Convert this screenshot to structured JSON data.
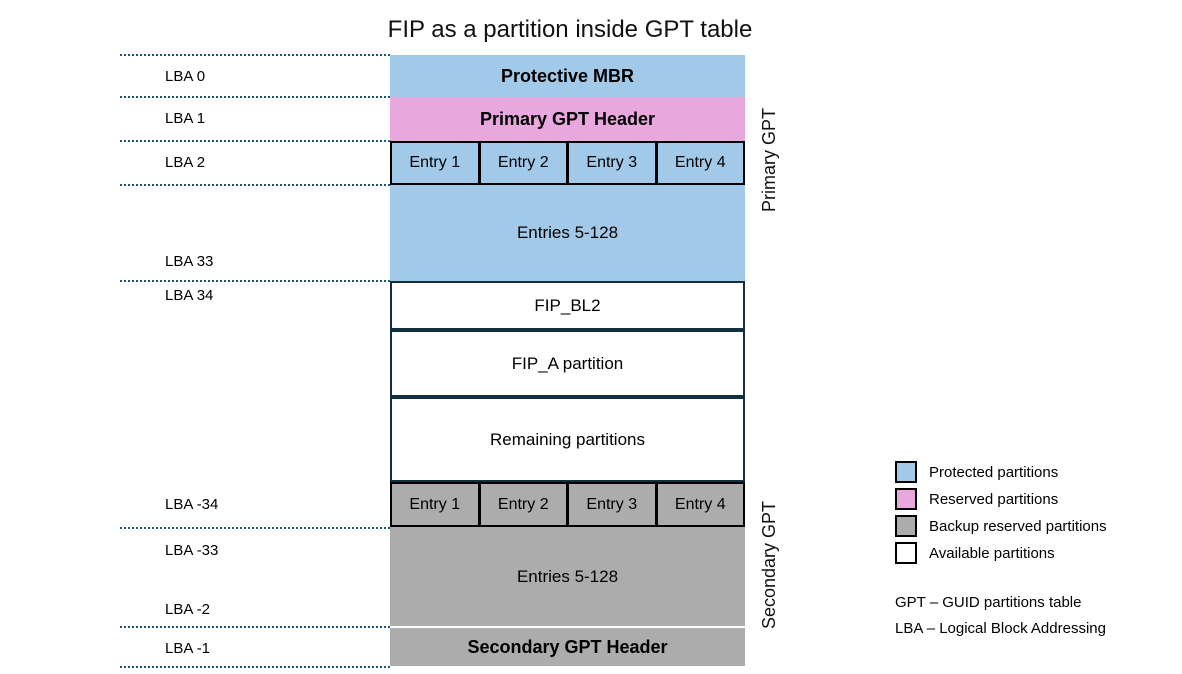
{
  "title": "FIP as a partition inside GPT table",
  "diagram": {
    "lba_labels": [
      "LBA 0",
      "LBA 1",
      "LBA 2",
      "LBA 33",
      "LBA 34",
      "LBA -34",
      "LBA -33",
      "LBA -2",
      "LBA -1"
    ],
    "blocks": {
      "protective_mbr": "Protective MBR",
      "primary_gpt_header": "Primary GPT Header",
      "primary_entries": [
        "Entry 1",
        "Entry 2",
        "Entry 3",
        "Entry 4"
      ],
      "primary_entries_rest": "Entries 5-128",
      "fip_bl2": "FIP_BL2",
      "fip_a": "FIP_A partition",
      "remaining": "Remaining partitions",
      "secondary_entries": [
        "Entry 1",
        "Entry 2",
        "Entry 3",
        "Entry 4"
      ],
      "secondary_entries_rest": "Entries 5-128",
      "secondary_gpt_header": "Secondary GPT Header"
    },
    "side_labels": {
      "primary": "Primary GPT",
      "secondary": "Secondary GPT"
    }
  },
  "legend": {
    "items": [
      {
        "label": "Protected partitions",
        "color": "#A3C9E8"
      },
      {
        "label": "Reserved partitions",
        "color": "#E8A8DE"
      },
      {
        "label": "Backup reserved partitions",
        "color": "#ACACAC"
      },
      {
        "label": "Available partitions",
        "color": "#FFFFFF"
      }
    ],
    "abbreviations": [
      "GPT – GUID partitions table",
      "LBA – Logical Block Addressing"
    ]
  },
  "colors": {
    "protected": "#A3C9E8",
    "reserved": "#E8A8DE",
    "backup_reserved": "#ACACAC",
    "available": "#FFFFFF",
    "block_border": "#10303E",
    "dotted_line": "#1F5A73"
  }
}
